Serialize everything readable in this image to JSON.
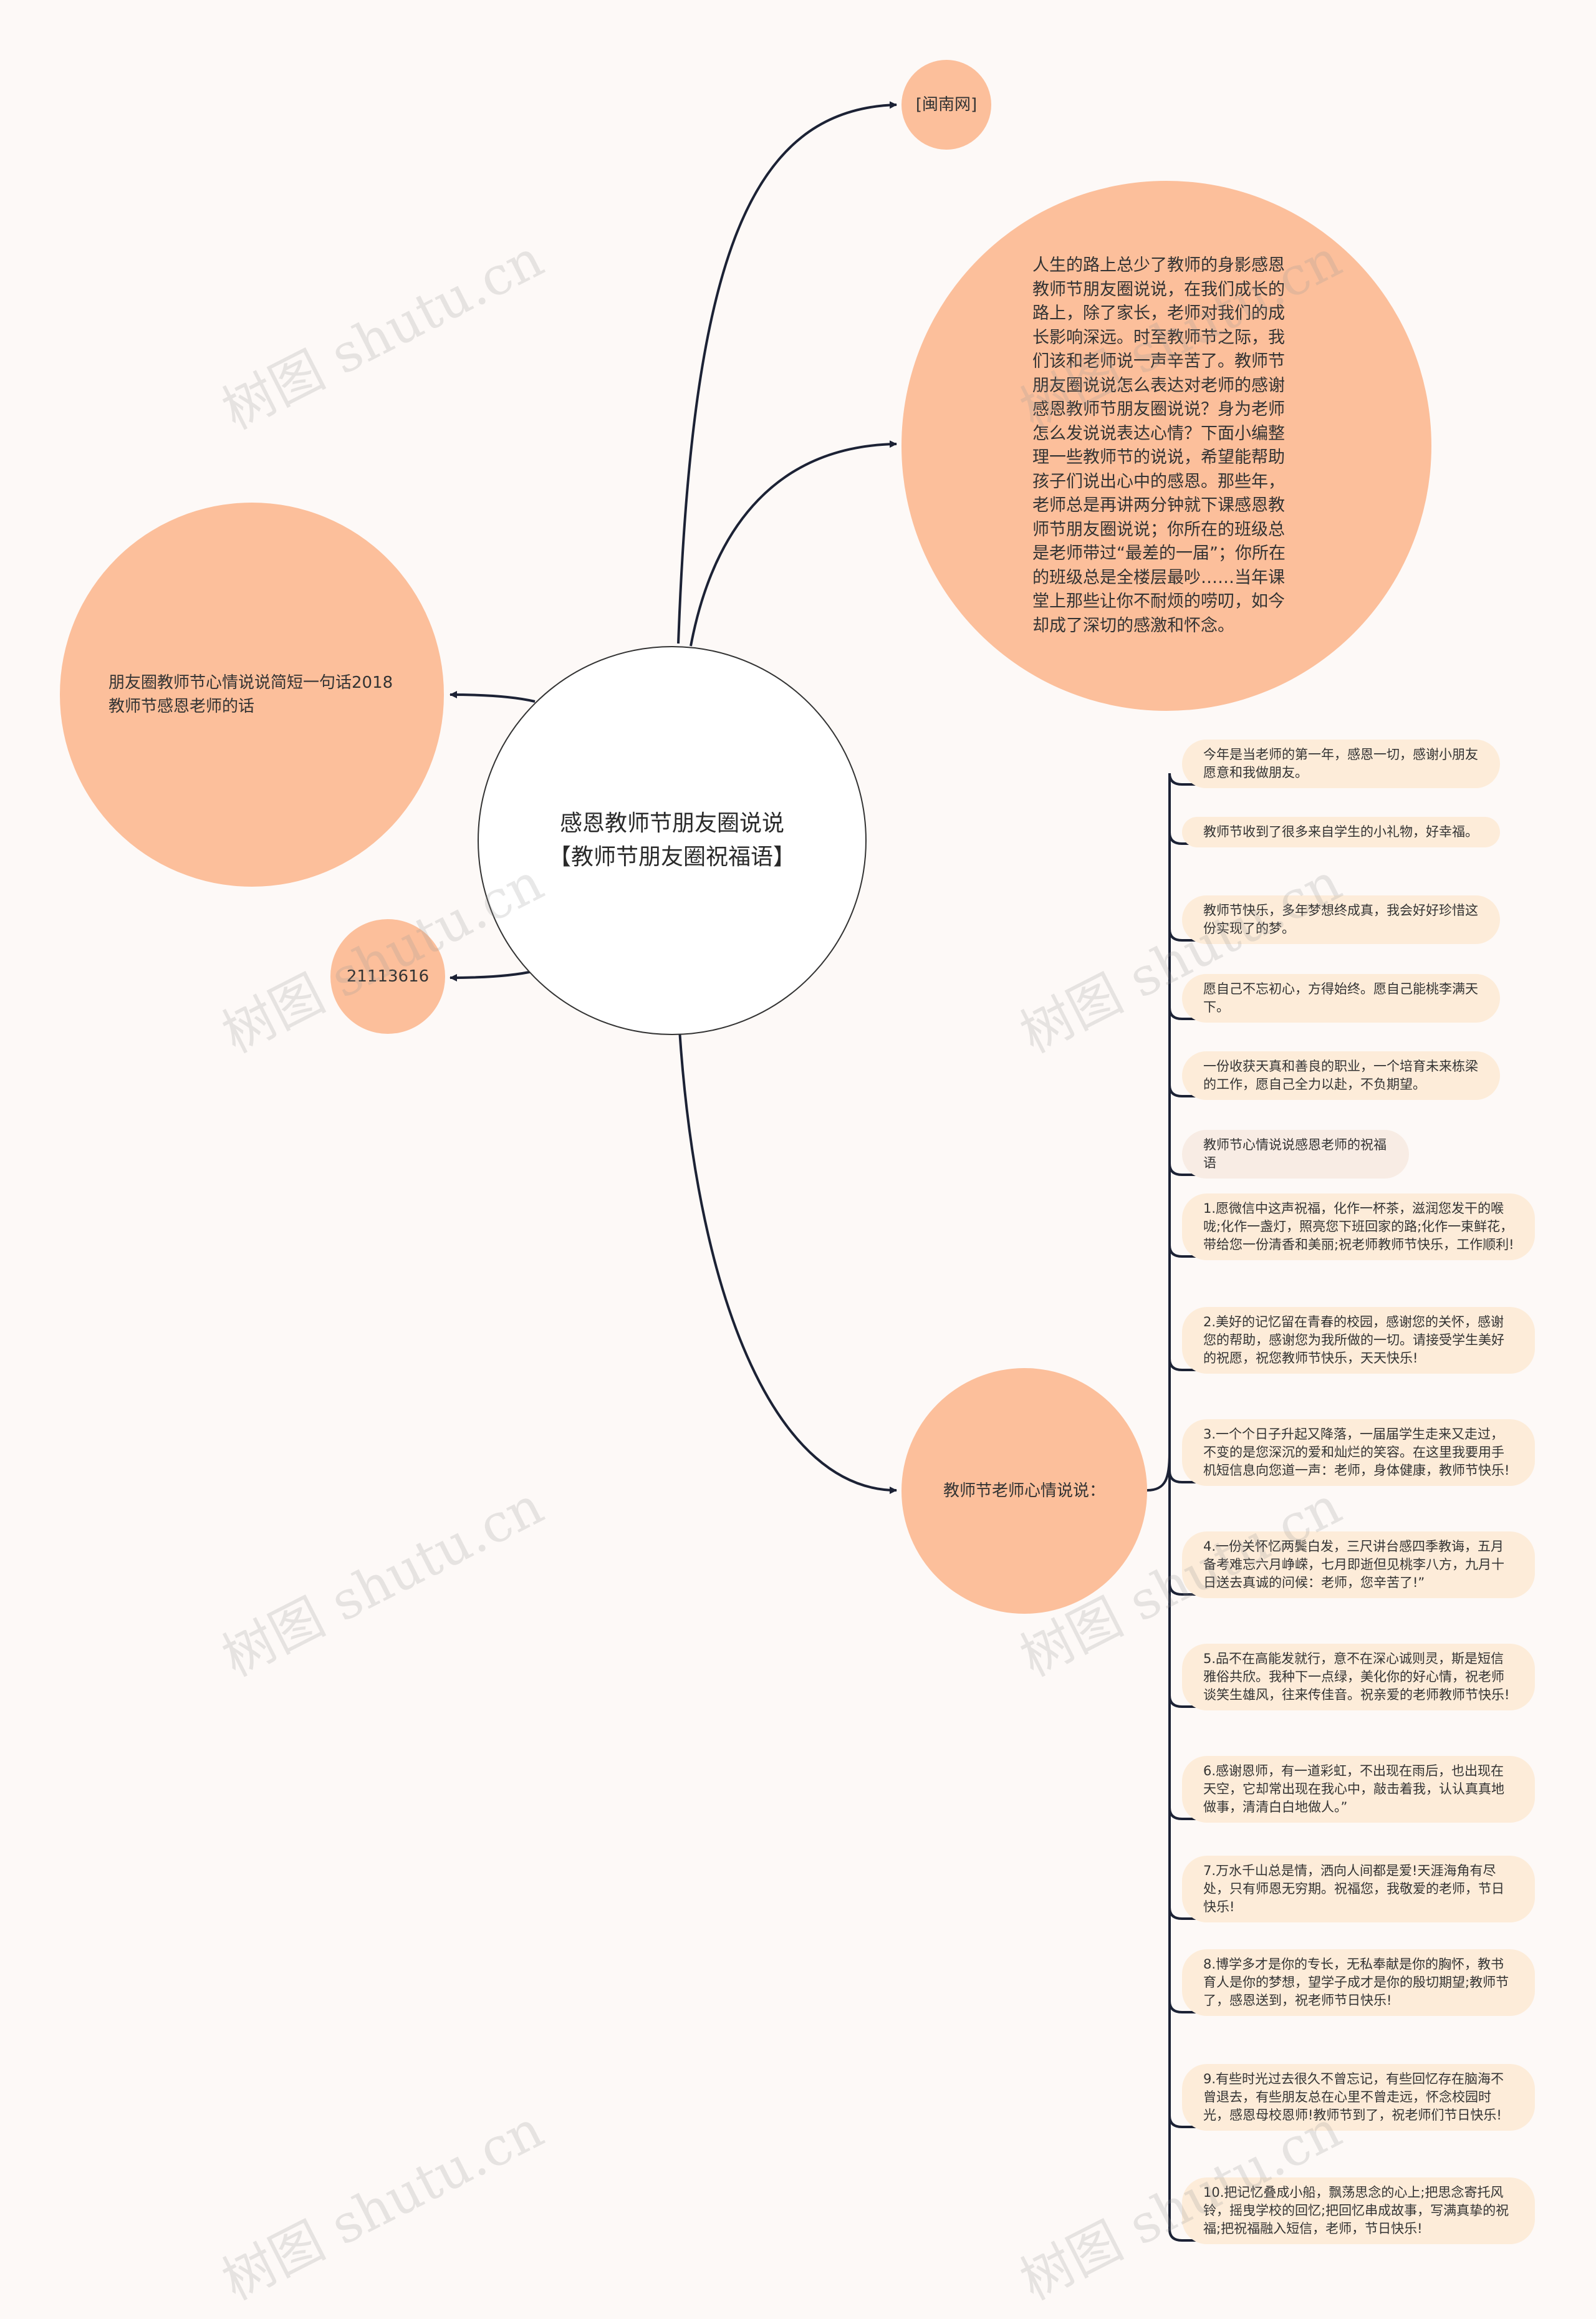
{
  "central": {
    "title": "感恩教师节朋友圈说说【教师节朋友圈祝福语】"
  },
  "top_source": "[闽南网]",
  "intro": "人生的路上总少了教师的身影感恩教师节朋友圈说说，在我们成长的路上，除了家长，老师对我们的成长影响深远。时至教师节之际，我们该和老师说一声辛苦了。教师节朋友圈说说怎么表达对老师的感谢感恩教师节朋友圈说说？身为老师怎么发说说表达心情？下面小编整理一些教师节的说说，希望能帮助孩子们说出心中的感恩。那些年，老师总是再讲两分钟就下课感恩教师节朋友圈说说；你所在的班级总是老师带过“最差的一届”；你所在的班级总是全楼层最吵……当年课堂上那些让你不耐烦的唠叨，如今却成了深切的感激和怀念。",
  "left_title": "朋友圈教师节心情说说简短一句话2018教师节感恩老师的话",
  "left_id": "21113616",
  "branch": {
    "label": "教师节老师心情说说："
  },
  "leaves": [
    "今年是当老师的第一年，感恩一切，感谢小朋友愿意和我做朋友。",
    "教师节收到了很多来自学生的小礼物，好幸福。",
    "教师节快乐，多年梦想终成真，我会好好珍惜这份实现了的梦。",
    "愿自己不忘初心，方得始终。愿自己能桃李满天下。",
    "一份收获天真和善良的职业，一个培育未来栋梁的工作，愿自己全力以赴，不负期望。",
    "教师节心情说说感恩老师的祝福语",
    "1.愿微信中这声祝福，化作一杯茶，滋润您发干的喉咙;化作一盏灯，照亮您下班回家的路;化作一束鲜花，带给您一份清香和美丽;祝老师教师节快乐，工作顺利!",
    "2.美好的记忆留在青春的校园，感谢您的关怀，感谢您的帮助，感谢您为我所做的一切。请接受学生美好的祝愿，祝您教师节快乐，天天快乐!",
    "3.一个个日子升起又降落，一届届学生走来又走过，不变的是您深沉的爱和灿烂的笑容。在这里我要用手机短信息向您道一声：老师，身体健康，教师节快乐!",
    "4.一份关怀忆两鬓白发，三尺讲台感四季教诲，五月备考难忘六月峥嵘，七月即逝但见桃李八方，九月十日送去真诚的问候：老师，您辛苦了!”",
    "5.品不在高能发就行，意不在深心诚则灵，斯是短信雅俗共欣。我种下一点绿，美化你的好心情，祝老师谈笑生雄风，往来传佳音。祝亲爱的老师教师节快乐!",
    "6.感谢恩师，有一道彩虹，不出现在雨后，也出现在天空，它却常出现在我心中，敲击着我，认认真真地做事，清清白白地做人。”",
    "7.万水千山总是情，洒向人间都是爱!天涯海角有尽处，只有师恩无穷期。祝福您，我敬爱的老师，节日快乐!",
    "8.博学多才是你的专长，无私奉献是你的胸怀，教书育人是你的梦想，望学子成才是你的殷切期望;教师节了，感恩送到，祝老师节日快乐!",
    "9.有些时光过去很久不曾忘记，有些回忆存在脑海不曾退去，有些朋友总在心里不曾走远，怀念校园时光，感恩母校恩师!教师节到了，祝老师们节日快乐!",
    "10.把记忆叠成小船，飘荡思念的心上;把思念寄托风铃，摇曳学校的回忆;把回忆串成故事，写满真挚的祝福;把祝福融入短信，老师，节日快乐!"
  ],
  "watermark": "树图 shutu.cn",
  "colors": {
    "node_fill": "#fcbf9b",
    "leaf_fill": "#fdecd9",
    "line": "#1c2235",
    "background": "#fdf9f7"
  }
}
